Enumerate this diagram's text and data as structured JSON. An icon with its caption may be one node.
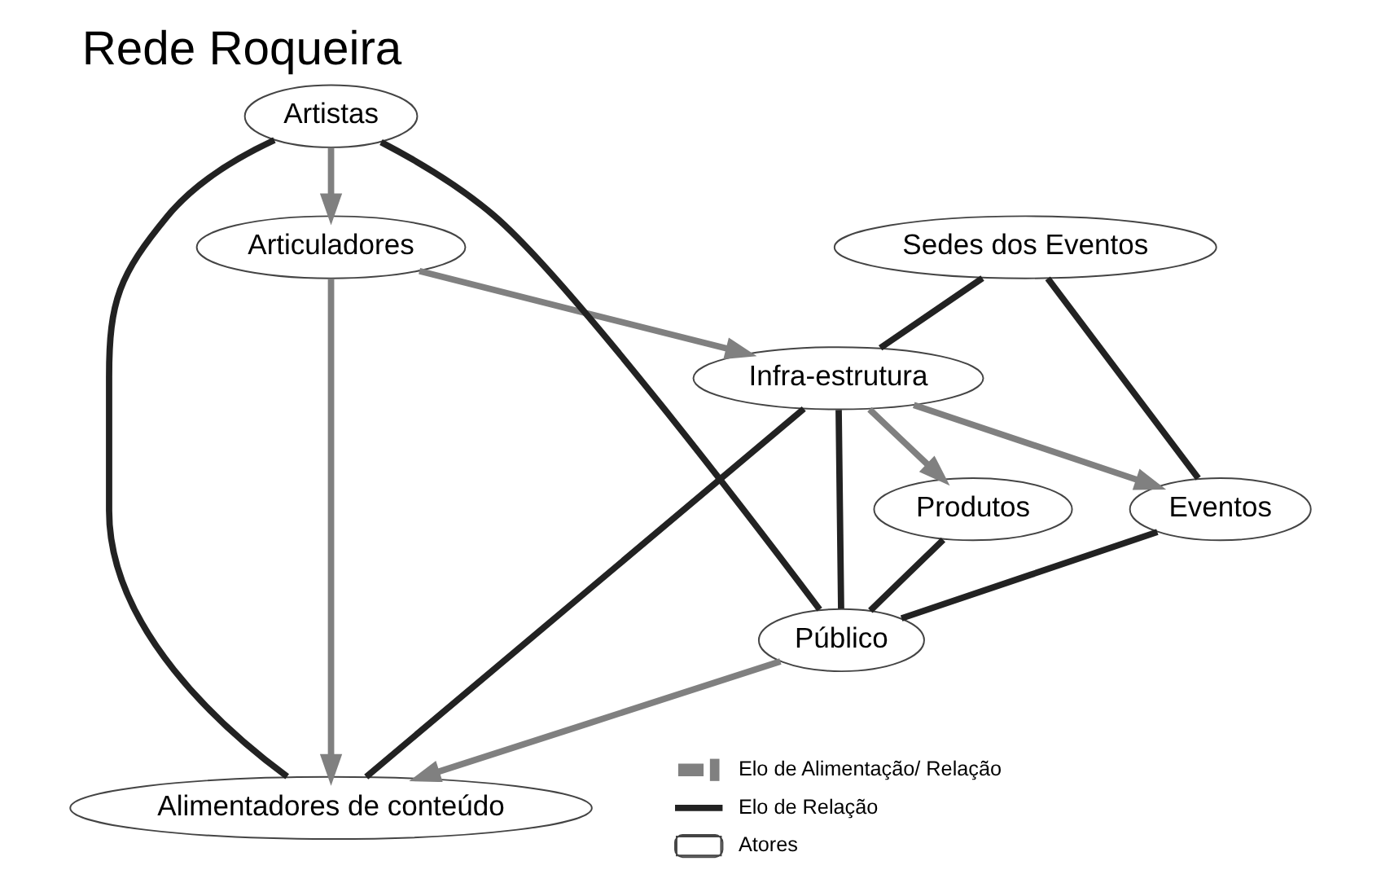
{
  "diagram": {
    "title": "Rede Roqueira",
    "nodes": [
      {
        "text": [
          "Sedes dos Eventos"
        ]
      },
      {
        "text": [
          "Articuladores"
        ]
      },
      {
        "text": [
          "Infra-estrutura"
        ]
      },
      {
        "text": [
          "Artistas"
        ]
      },
      {
        "text": [
          "Eventos"
        ]
      },
      {
        "text": [
          "Alimentadores de conteúdo"
        ]
      },
      {
        "text": [
          "Produtos"
        ]
      },
      {
        "text": [
          "Público"
        ]
      }
    ],
    "edges": [
      {
        "from": 0,
        "to": 2,
        "arrow": "none"
      },
      {
        "from": 0,
        "to": 4,
        "arrow": "none"
      },
      {
        "from": 3,
        "to": 1,
        "arrow": "to",
        "color": "#808080"
      },
      {
        "from": 1,
        "to": 2,
        "arrow": "to",
        "color": "#808080"
      },
      {
        "from": 1,
        "to": 5,
        "arrow": "to",
        "color": "#808080"
      },
      {
        "from": 2,
        "to": 6,
        "arrow": "to",
        "color": "#808080"
      },
      {
        "from": 2,
        "to": 4,
        "arrow": "to",
        "color": "#808080"
      },
      {
        "from": 2,
        "to": 5,
        "arrow": "none"
      },
      {
        "from": 3,
        "to": 5,
        "arrow": "none"
      },
      {
        "from": 3,
        "to": 7,
        "arrow": "none"
      },
      {
        "from": 6,
        "to": 7,
        "arrow": "none"
      },
      {
        "from": 2,
        "to": 7,
        "arrow": "none"
      },
      {
        "from": 4,
        "to": 7,
        "arrow": "none"
      },
      {
        "from": 7,
        "to": 5,
        "arrow": "to",
        "color": "#808080"
      }
    ],
    "legend": [
      {
        "text": "Elo de Alimentação/ Relação"
      },
      {
        "text": "Elo de Relação"
      },
      {
        "text": "Atores"
      }
    ]
  }
}
